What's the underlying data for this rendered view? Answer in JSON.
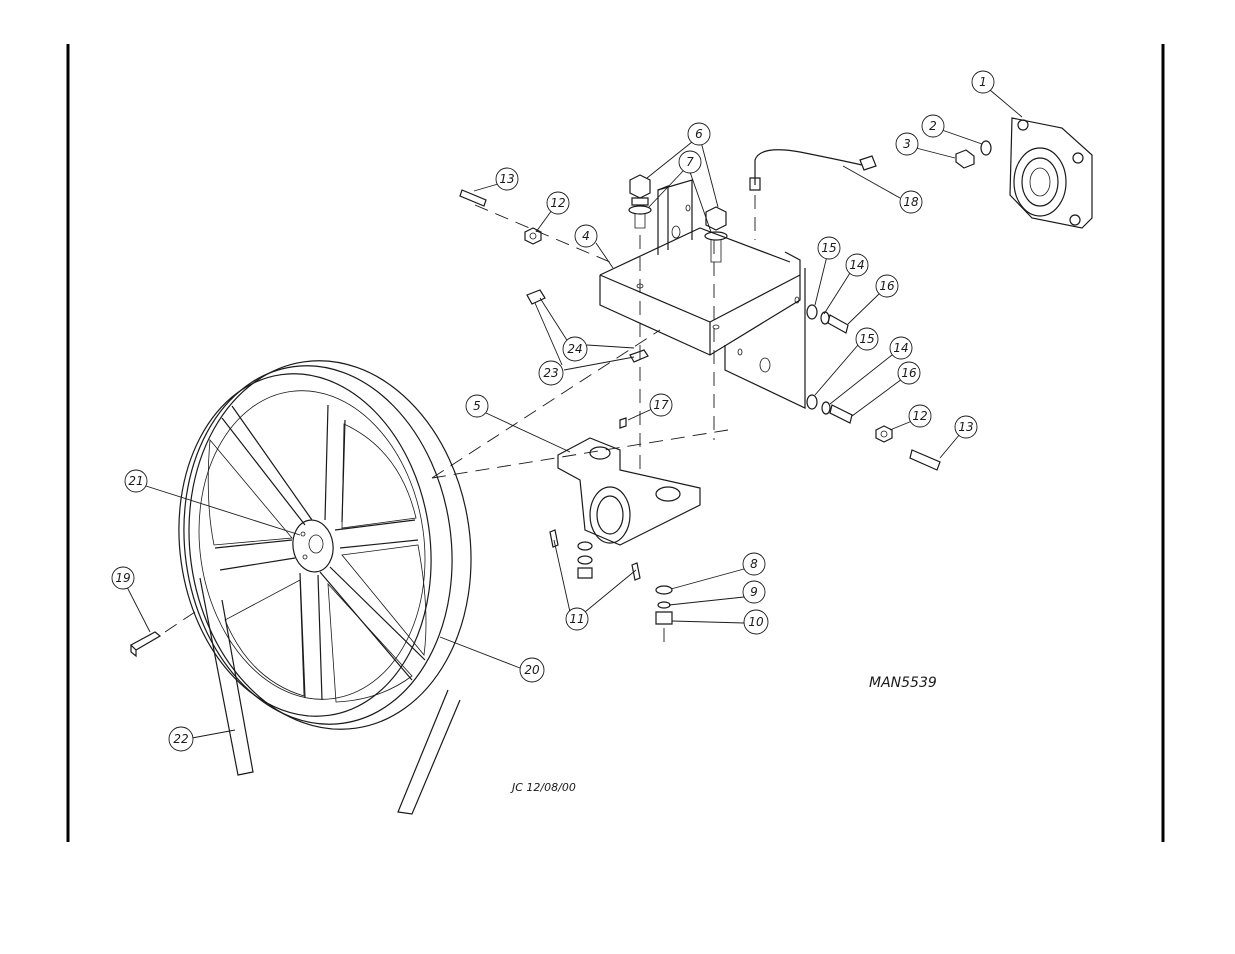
{
  "drawing_number": "MAN5539",
  "author_date": "JC 12/08/00",
  "callouts": [
    {
      "id": "c1",
      "label": "1"
    },
    {
      "id": "c2",
      "label": "2"
    },
    {
      "id": "c3",
      "label": "3"
    },
    {
      "id": "c4",
      "label": "4"
    },
    {
      "id": "c5",
      "label": "5"
    },
    {
      "id": "c6",
      "label": "6"
    },
    {
      "id": "c7",
      "label": "7"
    },
    {
      "id": "c8",
      "label": "8"
    },
    {
      "id": "c9",
      "label": "9"
    },
    {
      "id": "c10",
      "label": "10"
    },
    {
      "id": "c11",
      "label": "11"
    },
    {
      "id": "c12a",
      "label": "12"
    },
    {
      "id": "c12b",
      "label": "12"
    },
    {
      "id": "c13a",
      "label": "13"
    },
    {
      "id": "c13b",
      "label": "13"
    },
    {
      "id": "c14a",
      "label": "14"
    },
    {
      "id": "c14b",
      "label": "14"
    },
    {
      "id": "c15a",
      "label": "15"
    },
    {
      "id": "c15b",
      "label": "15"
    },
    {
      "id": "c16a",
      "label": "16"
    },
    {
      "id": "c16b",
      "label": "16"
    },
    {
      "id": "c17",
      "label": "17"
    },
    {
      "id": "c18",
      "label": "18"
    },
    {
      "id": "c19",
      "label": "19"
    },
    {
      "id": "c20",
      "label": "20"
    },
    {
      "id": "c21",
      "label": "21"
    },
    {
      "id": "c22",
      "label": "22"
    },
    {
      "id": "c23",
      "label": "23"
    },
    {
      "id": "c24",
      "label": "24"
    }
  ]
}
